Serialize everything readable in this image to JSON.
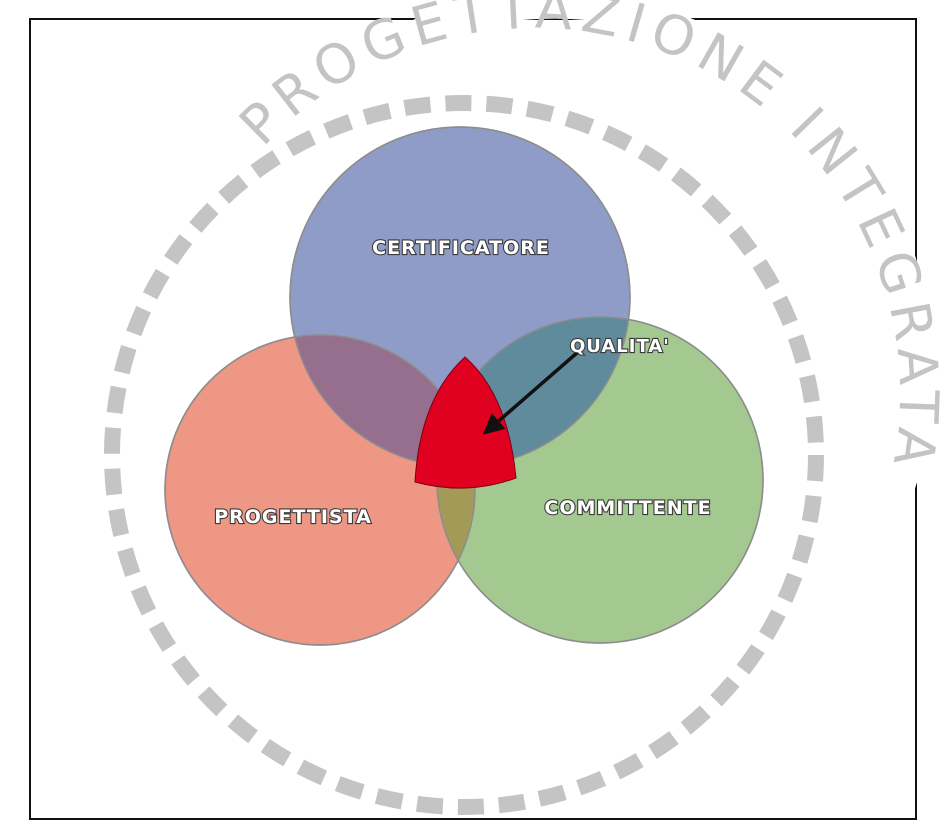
{
  "ring": {
    "text": "PROGETTAZIONE INTEGRATA",
    "color": "#c4c4c4"
  },
  "circles": [
    {
      "id": "certificatore",
      "label": "CERTIFICATORE",
      "color": "#8f9cc7"
    },
    {
      "id": "progettista",
      "label": "PROGETTISTA",
      "color": "#ee9784"
    },
    {
      "id": "committente",
      "label": "COMMITTENTE",
      "color": "#a4c990"
    }
  ],
  "overlaps": {
    "cert_prog": "#976f8e",
    "cert_comm": "#5f8b9d",
    "prog_comm": "#a39a58"
  },
  "center": {
    "label": "QUALITA'",
    "color": "#e0001f"
  }
}
